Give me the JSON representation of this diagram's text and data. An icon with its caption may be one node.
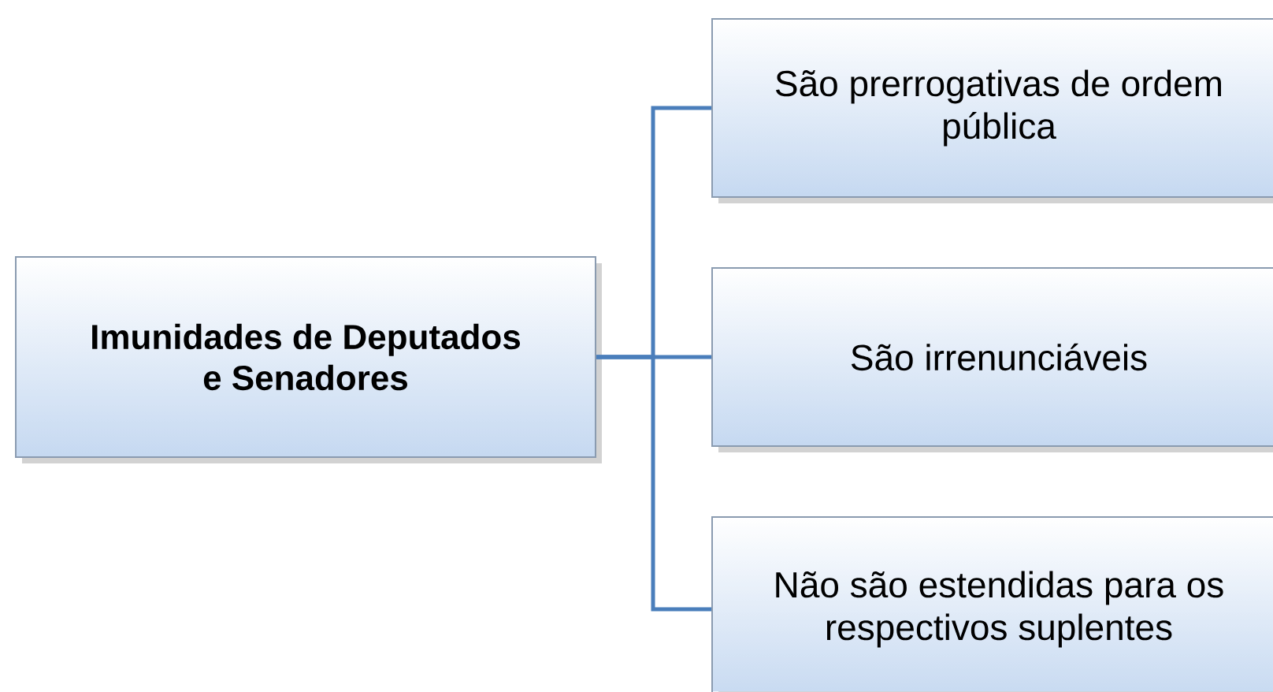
{
  "diagram": {
    "nodes": [
      {
        "text": [
          "Imunidades de Deputados e Senadores"
        ]
      },
      {
        "text": [
          "São prerrogativas de ordem pública"
        ]
      },
      {
        "text": [
          "São irrenunciáveis"
        ]
      },
      {
        "text": [
          "Não são estendidas para os respectivos suplentes"
        ]
      }
    ],
    "edges": [
      {
        "from": 0,
        "to": 1,
        "arrow": "none"
      },
      {
        "from": 0,
        "to": 2,
        "arrow": "none"
      },
      {
        "from": 0,
        "to": 3,
        "arrow": "none"
      }
    ]
  }
}
